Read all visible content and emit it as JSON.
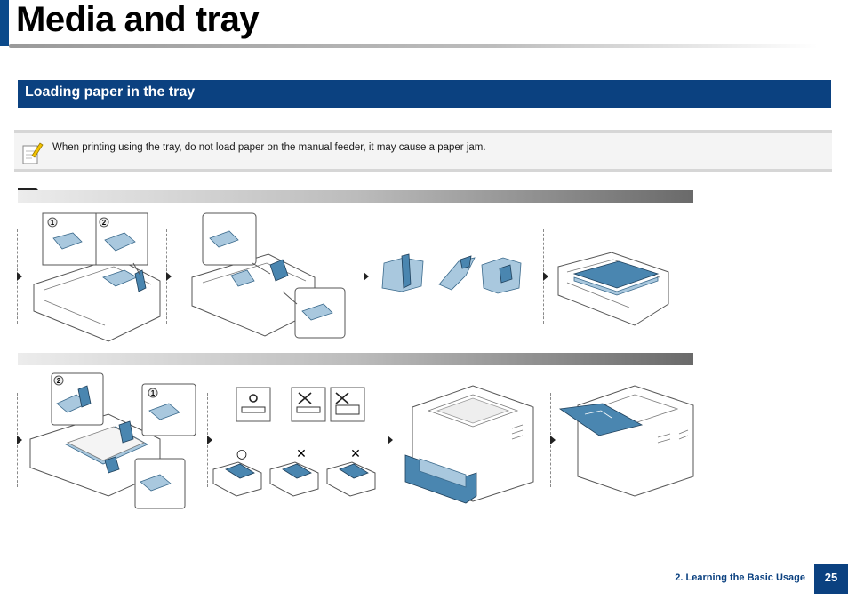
{
  "header": {
    "title": "Media and tray"
  },
  "section": {
    "heading": "Loading paper in the tray"
  },
  "note": {
    "icon": "note-pencil-icon",
    "text": "When printing using the tray, do not load paper on the manual feeder, it may cause a paper jam."
  },
  "steps_row1": {
    "step1": {
      "callouts": [
        "1",
        "2"
      ]
    }
  },
  "steps_row2": {
    "step1": {
      "callouts": [
        "2",
        "1"
      ]
    },
    "step2": {
      "marks": [
        "○",
        "✕",
        "✕"
      ]
    }
  },
  "footer": {
    "chapter": "2. Learning the Basic Usage",
    "page": "25"
  },
  "colors": {
    "brand_blue": "#0b4180",
    "illustration_blue": "#4a86b0"
  }
}
